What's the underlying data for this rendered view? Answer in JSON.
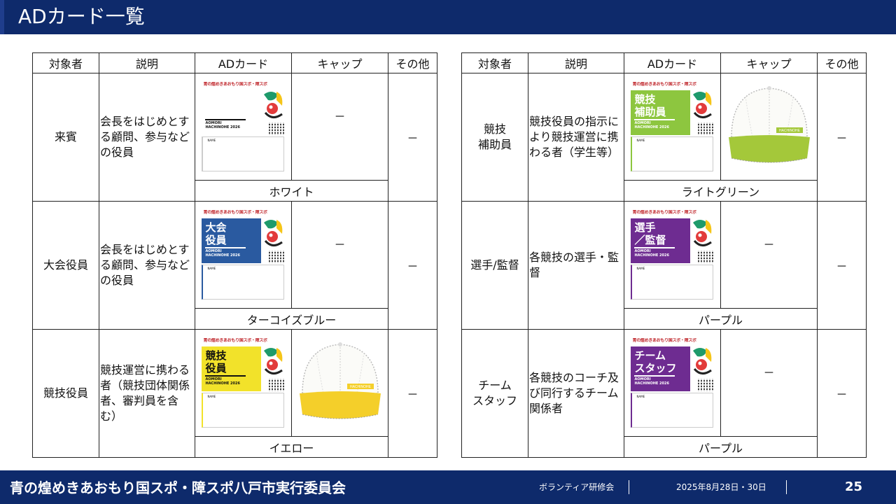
{
  "header": {
    "title": "ADカード一覧"
  },
  "columns": {
    "target": "対象者",
    "desc": "説明",
    "adcard": "ADカード",
    "cap": "キャップ",
    "other": "その他"
  },
  "card_common": {
    "banner": "青の煌めきあおもり国スポ・障スポ",
    "city": "AOMORI\nHACHINOHE 2026",
    "name_label": "NAME",
    "cap_text": "HACHINOHE"
  },
  "left_rows": [
    {
      "target": "来賓",
      "desc": "会長をはじめとする顧問、参与などの役員",
      "card_label": "",
      "card_color": "#ffffff",
      "cap": "－",
      "other": "－",
      "color_name": "ホワイト"
    },
    {
      "target": "大会役員",
      "desc": "会長をはじめとする顧問、参与などの役員",
      "card_label": "大会\n役員",
      "card_color": "#2a5aa0",
      "cap": "－",
      "other": "－",
      "color_name": "ターコイズブルー"
    },
    {
      "target": "競技役員",
      "desc": "競技運営に携わる者（競技団体関係者、審判員を含む）",
      "card_label": "競技\n役員",
      "card_color": "#f2e22a",
      "cap_color": "#f4cf2a",
      "other": "－",
      "color_name": "イエロー"
    }
  ],
  "right_rows": [
    {
      "target": "競技\n補助員",
      "desc": "競技役員の指示により競技運営に携わる者（学生等）",
      "card_label": "競技\n補助員",
      "card_color": "#8dc63f",
      "cap_color": "#a4c83a",
      "other": "－",
      "color_name": "ライトグリーン"
    },
    {
      "target": "選手/監督",
      "desc": "各競技の選手・監督",
      "card_label": "選手\n／監督",
      "card_color": "#6e2c91",
      "cap": "－",
      "other": "－",
      "color_name": "パープル"
    },
    {
      "target": "チーム\nスタッフ",
      "desc": "各競技のコーチ及び同行するチーム関係者",
      "card_label": "チーム\nスタッフ",
      "card_color": "#6e2c91",
      "cap": "－",
      "other": "－",
      "color_name": "パープル"
    }
  ],
  "footer": {
    "org": "青の煌めきあおもり国スポ・障スポ八戸市実行委員会",
    "event": "ボランティア研修会",
    "date": "2025年8月28日・30日",
    "page": "25"
  },
  "icons": {
    "mascot": "mascot-icon",
    "qr": "qr-code-icon",
    "cap": "cap-icon"
  }
}
